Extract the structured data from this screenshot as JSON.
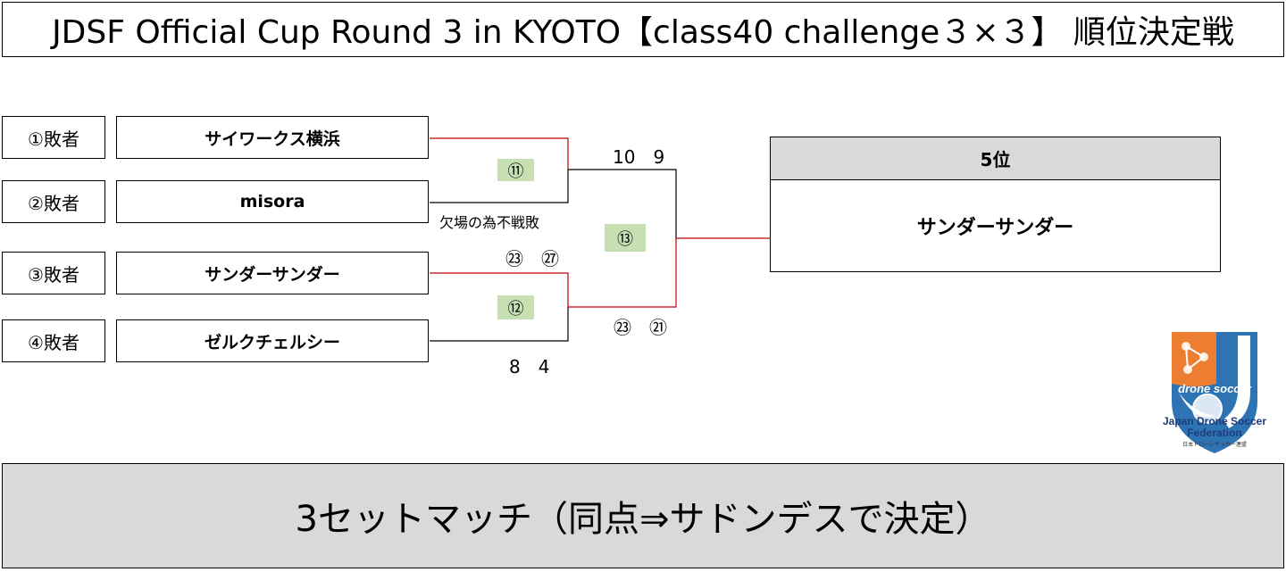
{
  "title": "JDSF Official Cup Round 3 in KYOTO【class40 challenge３×３】 順位決定戦",
  "seeds": [
    "①敗者",
    "②敗者",
    "③敗者",
    "④敗者"
  ],
  "teams": [
    "サイワークス横浜",
    "misora",
    "サンダーサンダー",
    "ゼルクチェルシー"
  ],
  "matches": {
    "m11": "⑪",
    "m12": "⑫",
    "m13": "⑬"
  },
  "scores": {
    "s11": "10　9",
    "s12a": "㉓　㉗",
    "s12b": "8　4",
    "s13": "㉓　㉑"
  },
  "note_forfeit": "欠場の為不戦敗",
  "result": {
    "rank": "5位",
    "winner": "サンダーサンダー"
  },
  "footer": "3セットマッチ（同点⇒サドンデスで決定）",
  "logo": {
    "text_line1": "Japan Drone Soccer",
    "text_line2": "Federation",
    "text_small": "日本ドローンサッカー連盟",
    "mark_text": "drone soccer"
  },
  "colors": {
    "winner_line": "#c00000",
    "loser_line": "#000000",
    "badge": "#c6e0b4",
    "header_gray": "#d9d9d9",
    "logo_orange": "#ed7d31",
    "logo_blue": "#2e74b5"
  }
}
